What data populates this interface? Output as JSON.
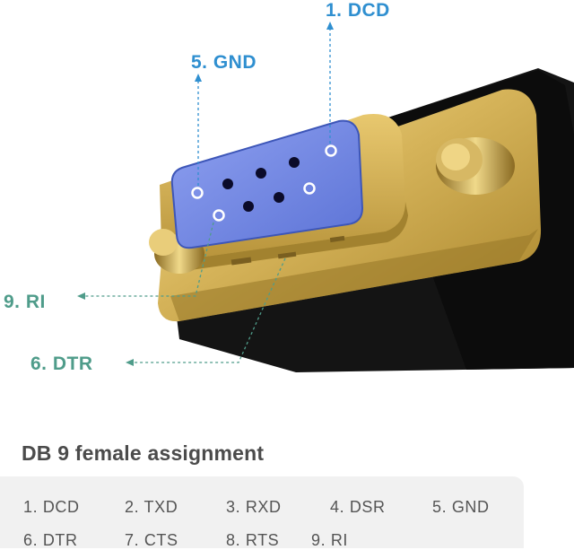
{
  "callouts": {
    "dcd": "1.  DCD",
    "gnd": "5.  GND",
    "ri": "9.  RI",
    "dtr": "6.  DTR"
  },
  "heading": "DB 9 female assignment",
  "pins": {
    "row1": [
      "1. DCD",
      "2. TXD",
      "3. RXD",
      "4. DSR",
      "5. GND"
    ],
    "row2": [
      "6. DTR",
      "7. CTS",
      "8. RTS",
      "9. RI"
    ]
  },
  "colors": {
    "callout_blue": "#2f8fd0",
    "callout_green": "#4f9c8a",
    "connector_face": "#6f86e0",
    "gold": "#d9b85a",
    "body_black": "#151515",
    "table_bg": "#f1f1f1"
  }
}
